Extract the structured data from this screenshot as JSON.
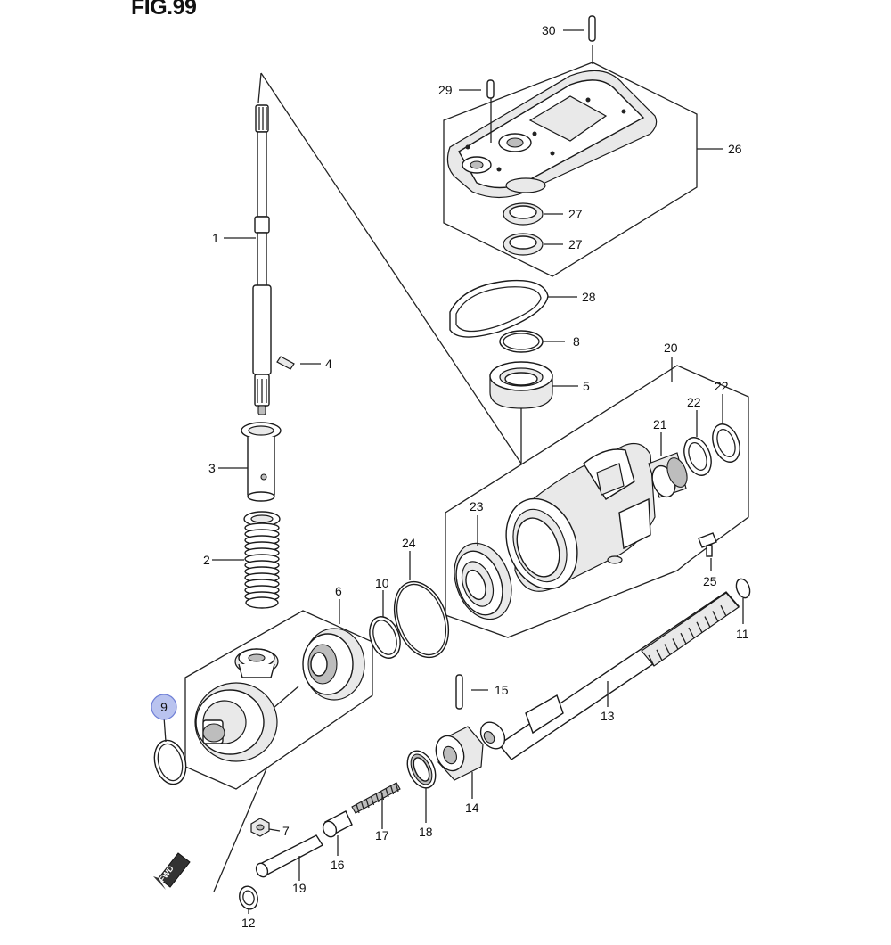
{
  "figure": {
    "title": "FIG.99"
  },
  "callouts": [
    "1",
    "2",
    "3",
    "4",
    "5",
    "6",
    "7",
    "8",
    "9",
    "10",
    "11",
    "12",
    "13",
    "14",
    "15",
    "16",
    "17",
    "18",
    "19",
    "20",
    "21",
    "22",
    "22",
    "23",
    "24",
    "25",
    "26",
    "27",
    "27",
    "28",
    "29",
    "30"
  ],
  "highlighted_callout": "9",
  "fwd_badge": "FWD",
  "colors": {
    "highlight": "#b9c3ef",
    "line": "#222222"
  }
}
